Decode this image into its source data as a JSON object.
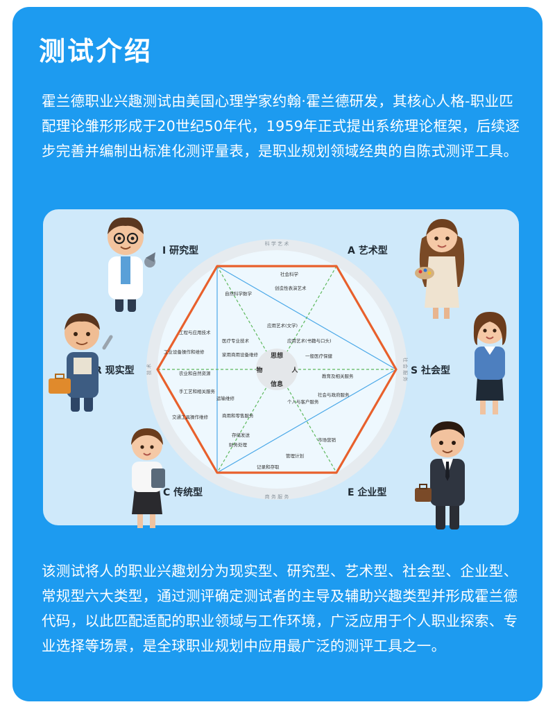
{
  "title": "测试介绍",
  "intro": "霍兰德职业兴趣测试由美国心理学家约翰·霍兰德研发，其核心人格-职业匹配理论雏形形成于20世纪50年代，1959年正式提出系统理论框架，后续逐步完善并编制出标准化测评量表，是职业规划领域经典的自陈式测评工具。",
  "outro": "该测试将人的职业兴趣划分为现实型、研究型、艺术型、社会型、企业型、常规型六大类型，通过测评确定测试者的主导及辅助兴趣类型并形成霍兰德代码，以此匹配适配的职业领域与工作环境，广泛应用于个人职业探索、专业选择等场景，是全球职业规划中应用最广泛的测评工具之一。",
  "diagram": {
    "types": {
      "I": "I 研究型",
      "A": "A 艺术型",
      "S": "S 社会型",
      "E": "E 企业型",
      "C": "C 传统型",
      "R": "R 现实型"
    },
    "ring_labels": {
      "top": "科 学 艺 术",
      "right": "社 会 服 务",
      "bottom": "商 务 服 务",
      "left": "技 术"
    },
    "center": {
      "top": "思想",
      "bottom": "信息",
      "left": "物",
      "right": "人"
    },
    "fields": {
      "f1": "社会科学",
      "f2": "创造性表演艺术",
      "f3": "自然科学数学",
      "f4": "应用艺术(文学)",
      "f5": "应用艺术(书籍与口头)",
      "f6": "医疗专业技术",
      "f7": "一般医疗保健",
      "f8": "工程与应用技术",
      "f9": "家用商用设备维修",
      "f10": "工业设备操作和维修",
      "f11": "教育及相关服务",
      "f12": "农业和自然资源",
      "f13": "社会与政府服务",
      "f14": "运输维修",
      "f15": "个人与客户服务",
      "f16": "手工艺和相关服务",
      "f17": "商用和零售服务",
      "f18": "交通工具操作维修",
      "f19": "市场营销",
      "f20": "财务处理",
      "f21": "管理计划",
      "f22": "存储发送",
      "f23": "记录和存取"
    }
  },
  "colors": {
    "card": "#1d9bf0",
    "panel": "#cfe9fa",
    "hexagon": "#e8602c",
    "dashed": "#5cb85c",
    "triangle": "#4aa8e8"
  }
}
